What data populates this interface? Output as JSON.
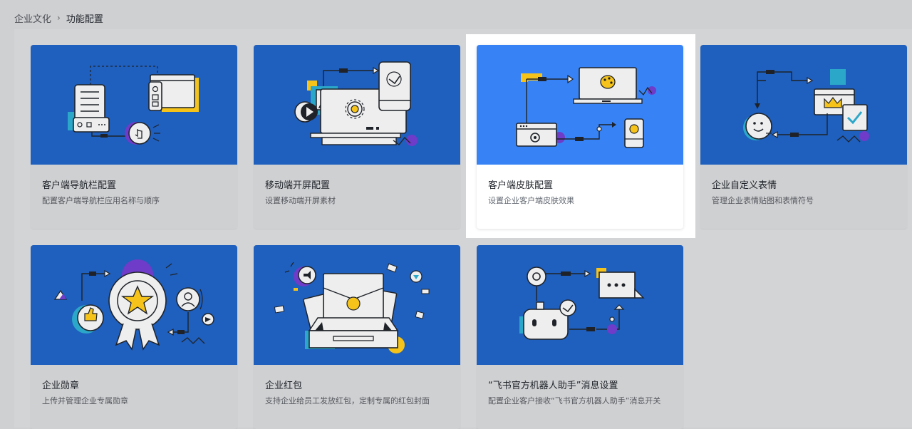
{
  "breadcrumb": {
    "parent": "企业文化",
    "separator": "›",
    "current": "功能配置"
  },
  "colors": {
    "banner_dim": "#1f5fbd",
    "banner_active": "#3783f5",
    "accent_yellow": "#f5c31a",
    "accent_cyan": "#2ba7c9",
    "accent_purple": "#6f3cc9",
    "page_overlay": "#cfd0d2"
  },
  "cards": [
    {
      "title": "客户端导航栏配置",
      "desc": "配置客户端导航栏应用名称与顺序",
      "icon": "navigation-config-illustration"
    },
    {
      "title": "移动端开屏配置",
      "desc": "设置移动端开屏素材",
      "icon": "splash-screen-illustration"
    },
    {
      "title": "客户端皮肤配置",
      "desc": "设置企业客户端皮肤效果",
      "icon": "skin-palette-illustration"
    },
    {
      "title": "企业自定义表情",
      "desc": "管理企业表情贴图和表情符号",
      "icon": "custom-emoji-illustration"
    },
    {
      "title": "企业勋章",
      "desc": "上传并管理企业专属勋章",
      "icon": "badge-medal-illustration"
    },
    {
      "title": "企业红包",
      "desc": "支持企业给员工发放红包，定制专属的红包封面",
      "icon": "red-envelope-illustration"
    },
    {
      "title": "“飞书官方机器人助手”消息设置",
      "desc": "配置企业客户接收“飞书官方机器人助手”消息开关",
      "icon": "bot-assistant-illustration"
    }
  ]
}
